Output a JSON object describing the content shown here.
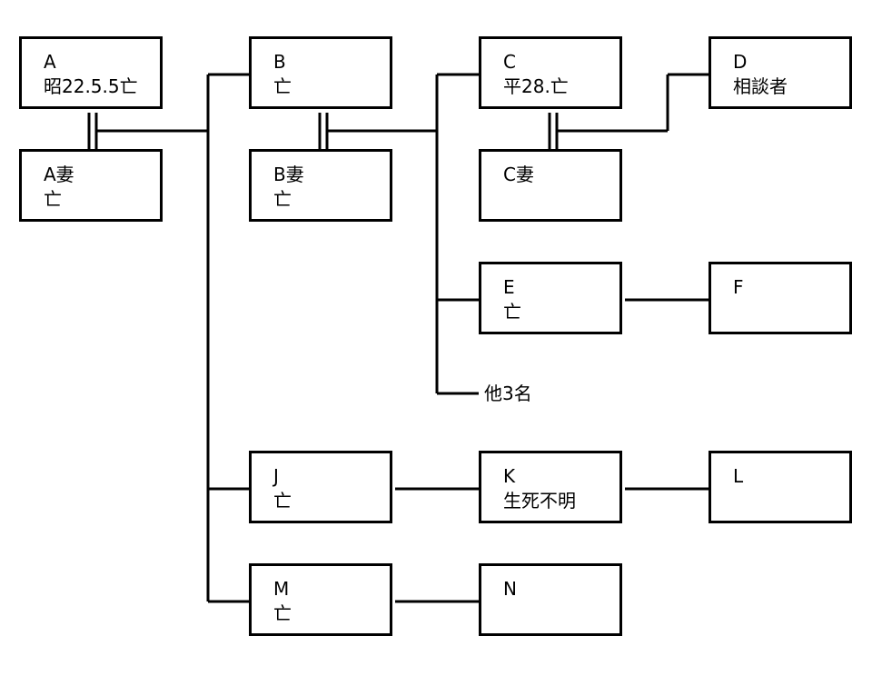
{
  "nodes": {
    "A": {
      "name": "A",
      "note": "昭22.5.5亡"
    },
    "A_wife": {
      "name": "A妻",
      "note": "亡"
    },
    "B": {
      "name": "B",
      "note": "亡"
    },
    "B_wife": {
      "name": "B妻",
      "note": "亡"
    },
    "C": {
      "name": "C",
      "note": "平28.亡"
    },
    "C_wife": {
      "name": "C妻",
      "note": ""
    },
    "D": {
      "name": "D",
      "note": "相談者"
    },
    "E": {
      "name": "E",
      "note": "亡"
    },
    "F": {
      "name": "F",
      "note": ""
    },
    "J": {
      "name": "J",
      "note": "亡"
    },
    "K": {
      "name": "K",
      "note": "生死不明"
    },
    "L": {
      "name": "L",
      "note": ""
    },
    "M": {
      "name": "M",
      "note": "亡"
    },
    "N": {
      "name": "N",
      "note": ""
    }
  },
  "others": {
    "label": "他3名"
  },
  "colors": {
    "line": "#000000",
    "box_border": "#000000",
    "background": "#ffffff"
  }
}
